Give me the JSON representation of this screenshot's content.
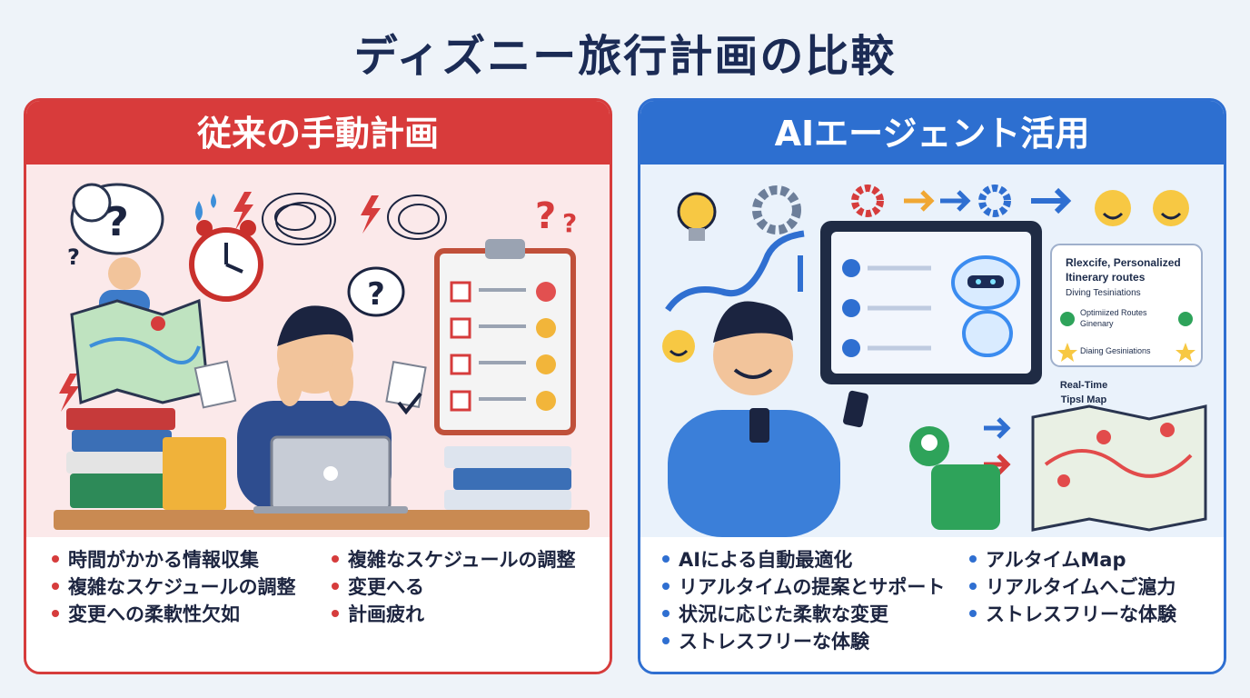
{
  "title": "ディズニー旅行計画の比較",
  "left_panel": {
    "header": "従来の手動計画",
    "bullets_col1": [
      "時間がかかる情報収集",
      "複雑なスケジュールの調整",
      "変更への柔軟性欠如"
    ],
    "bullets_col2": [
      "複雑なスケジュールの調整",
      "変更へる",
      "計画疲れ"
    ]
  },
  "right_panel": {
    "header": "AIエージェント活用",
    "info_card": {
      "line1": "Rlexcife, Personalized",
      "line2": "Itinerary routes",
      "line3": "Diving Tesiniations",
      "item1_line1": "Optimiized Routes",
      "item1_line2": "Ginenary",
      "item2": "Diaing Gesiniations"
    },
    "map_label_line1": "Real-Time",
    "map_label_line2": "Tipsl Map",
    "bullets_col1": [
      "AIによる自動最適化",
      "リアルタイムの提案とサポート",
      "状況に応じた柔軟な変更",
      "ストレスフリーな体験"
    ],
    "bullets_col2": [
      "アルタイムMap",
      "リアルタイムへご滬力",
      "ストレスフリーな体験"
    ]
  },
  "colors": {
    "left_accent": "#d63c3c",
    "right_accent": "#2f6fd1"
  }
}
